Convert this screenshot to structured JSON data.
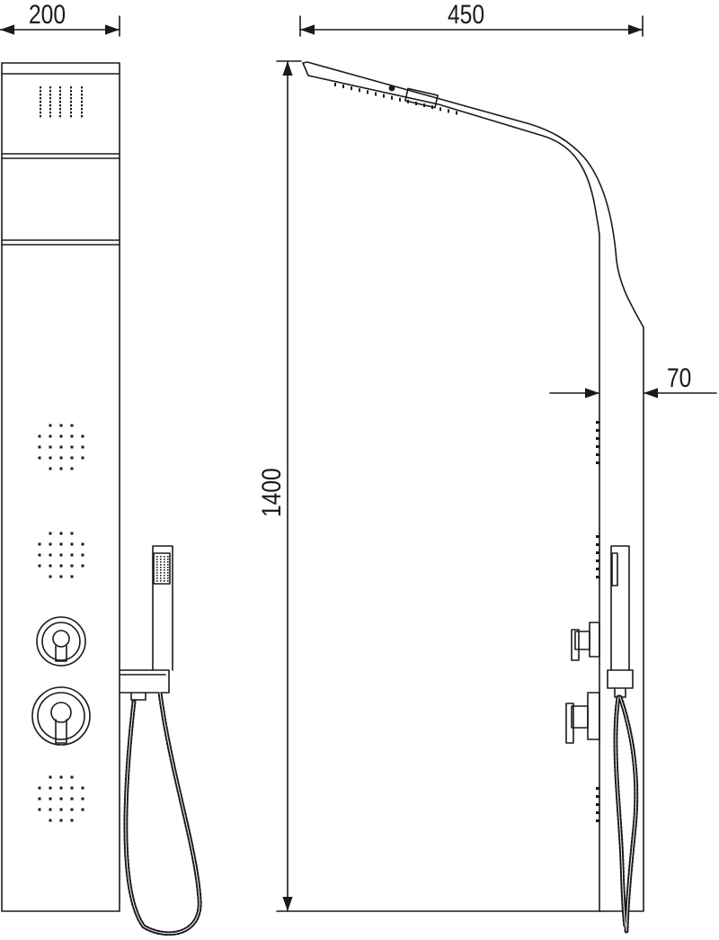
{
  "dimensions": {
    "front_width": "200",
    "side_width": "450",
    "height": "1400",
    "depth": "70"
  },
  "colors": {
    "line": "#1a1a1a",
    "background": "#ffffff"
  }
}
